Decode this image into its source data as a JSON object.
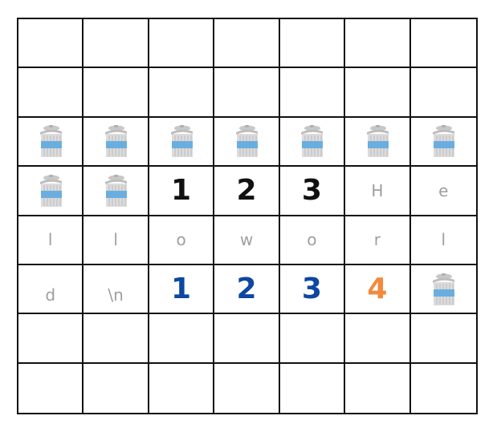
{
  "grid": {
    "rows": 8,
    "cols": 7,
    "cells": [
      [
        null,
        null,
        null,
        null,
        null,
        null,
        null
      ],
      [
        null,
        null,
        null,
        null,
        null,
        null,
        null
      ],
      [
        {
          "icon": "trash-can-icon"
        },
        {
          "icon": "trash-can-icon"
        },
        {
          "icon": "trash-can-icon"
        },
        {
          "icon": "trash-can-icon"
        },
        {
          "icon": "trash-can-icon"
        },
        {
          "icon": "trash-can-icon"
        },
        {
          "icon": "trash-can-icon"
        }
      ],
      [
        {
          "icon": "trash-can-icon"
        },
        {
          "icon": "trash-can-icon"
        },
        {
          "text": "1",
          "style": "bold"
        },
        {
          "text": "2",
          "style": "bold"
        },
        {
          "text": "3",
          "style": "bold"
        },
        {
          "text": "H",
          "style": "light"
        },
        {
          "text": "e",
          "style": "light"
        }
      ],
      [
        {
          "text": "l",
          "style": "light"
        },
        {
          "text": "l",
          "style": "light"
        },
        {
          "text": "o",
          "style": "light"
        },
        {
          "text": "w",
          "style": "light"
        },
        {
          "text": "o",
          "style": "light"
        },
        {
          "text": "r",
          "style": "light"
        },
        {
          "text": "l",
          "style": "light"
        }
      ],
      [
        {
          "text": "d",
          "style": "light-low"
        },
        {
          "text": "\\n",
          "style": "light-low"
        },
        {
          "text": "1",
          "style": "blue"
        },
        {
          "text": "2",
          "style": "blue"
        },
        {
          "text": "3",
          "style": "blue"
        },
        {
          "text": "4",
          "style": "orange"
        },
        {
          "icon": "trash-can-icon"
        }
      ],
      [
        null,
        null,
        null,
        null,
        null,
        null,
        null
      ],
      [
        null,
        null,
        null,
        null,
        null,
        null,
        null
      ]
    ]
  },
  "colors": {
    "grid_line": "#111111",
    "blue_digits": "#0d47a1",
    "orange_digit": "#f28a3c",
    "light_text": "#9e9e9e",
    "trash_band": "#6aaee0",
    "trash_body": "#d9d9d9"
  }
}
